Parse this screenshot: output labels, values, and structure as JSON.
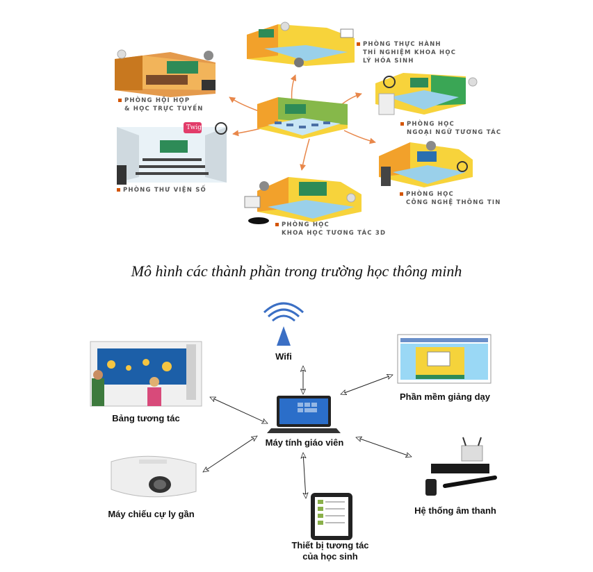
{
  "rooms": {
    "center": "",
    "meeting": [
      "PHÒNG HỘI HỌP",
      "& HỌC TRỰC TUYẾN"
    ],
    "lab": [
      "PHÒNG THỰC HÀNH",
      "THÍ NGHIỆM KHOA HỌC",
      "LÝ HÓA SINH"
    ],
    "language": [
      "PHÒNG HỌC",
      "NGOẠI NGỮ TƯƠNG TÁC"
    ],
    "library": [
      "PHÒNG THƯ VIỆN SỐ"
    ],
    "it": [
      "PHÒNG HỌC",
      "CÔNG NGHỆ THÔNG TIN"
    ],
    "science3d": [
      "PHÒNG HỌC",
      "KHOA HỌC TƯƠNG TÁC 3D"
    ],
    "twig_logo": "Twig"
  },
  "caption": "Mô hình các thành phần trong trường học thông minh",
  "devices": {
    "wifi": "Wifi",
    "teacher_pc": "Máy  tính giáo viên",
    "board": "Bảng tương tác",
    "software": "Phần mềm giảng dạy",
    "projector": "Máy chiếu cự ly gần",
    "audio": "Hệ thống âm thanh",
    "student_device": [
      "Thiết bị tương tác",
      "của học sinh"
    ]
  },
  "colors": {
    "arrow_orange": "#e8874a",
    "room_orange": "#f2a12b",
    "room_yellow": "#f7d33b",
    "green_screen": "#2e8b57"
  }
}
